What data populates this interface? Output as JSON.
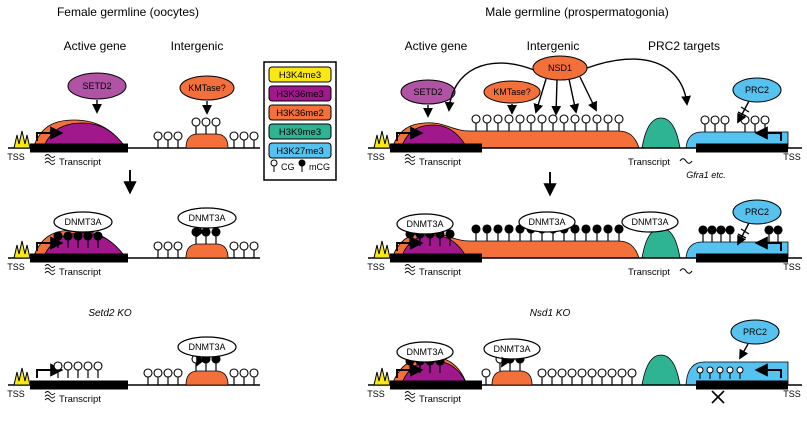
{
  "figure": {
    "female": {
      "title": "Female germline (oocytes)",
      "col_active": "Active gene",
      "col_intergenic": "Intergenic",
      "ko": "Setd2 KO"
    },
    "male": {
      "title": "Male germline (prospermatogonia)",
      "col_active": "Active gene",
      "col_intergenic": "Intergenic",
      "col_prc2": "PRC2 targets",
      "ko": "Nsd1 KO",
      "gene_note": "Gfra1 etc."
    }
  },
  "legend": {
    "items": [
      {
        "label": "H3K4me3",
        "color": "#F9E814",
        "text_color": "#000000"
      },
      {
        "label": "H3K36me3",
        "color": "#A0188C",
        "text_color": "#FFFFFF"
      },
      {
        "label": "H3K36me2",
        "color": "#F3703B",
        "text_color": "#FFFFFF"
      },
      {
        "label": "H3K9me3",
        "color": "#2FB493",
        "text_color": "#FFFFFF"
      },
      {
        "label": "H3K27me3",
        "color": "#56C2F0",
        "text_color": "#000000"
      }
    ],
    "cg_label": "CG",
    "mcg_label": "mCG"
  },
  "labels": {
    "tss": "TSS",
    "transcript": "Transcript"
  },
  "enzymes": {
    "setd2": "SETD2",
    "kmtase": "KMTase?",
    "nsd1": "NSD1",
    "prc2": "PRC2",
    "dnmt3a": "DNMT3A"
  },
  "colors": {
    "h3k4me3": "#F9E814",
    "h3k36me3": "#A0188C",
    "h3k36me2": "#F3703B",
    "h3k9me3": "#2FB493",
    "h3k27me3": "#56C2F0",
    "setd2_ellipse": "#B153A5",
    "enzyme_orange": "#F3703B",
    "prc2_blue": "#56C2F0",
    "dnmt3a_fill": "#FFFFFF"
  }
}
